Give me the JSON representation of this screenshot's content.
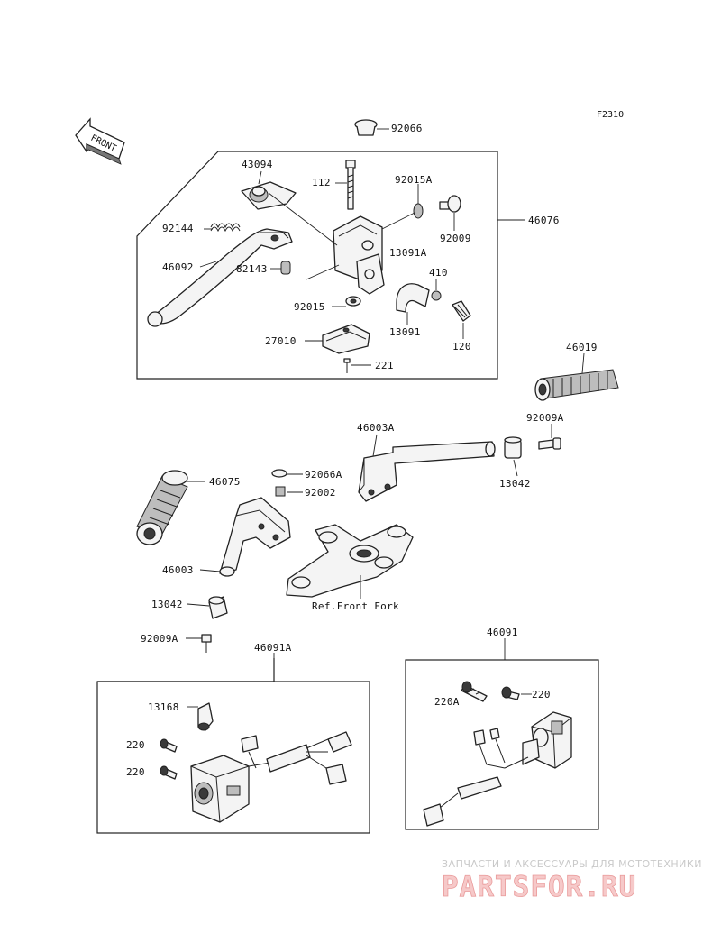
{
  "figure_code": "F2310",
  "front_arrow_label": "FRONT",
  "reference_note": "Ref.Front Fork",
  "watermark": {
    "tagline": "ЗАПЧАСТИ И АКСЕССУАРЫ ДЛЯ МОТОТЕХНИКИ",
    "brand": "PARTSFOR.RU"
  },
  "labels": {
    "p92066": "92066",
    "p43094": "43094",
    "p112": "112",
    "p92015A": "92015A",
    "p46076": "46076",
    "p92144": "92144",
    "p92009": "92009",
    "p13091A": "13091A",
    "p46092": "46092",
    "p82143": "82143",
    "p410": "410",
    "p92015": "92015",
    "p13091": "13091",
    "p27010": "27010",
    "p120": "120",
    "p221": "221",
    "p46019": "46019",
    "p92009A_r": "92009A",
    "p46003A": "46003A",
    "p13042_r": "13042",
    "p46075": "46075",
    "p92066A": "92066A",
    "p92002": "92002",
    "p46003": "46003",
    "p13042_l": "13042",
    "p92009A_l": "92009A",
    "p46091A": "46091A",
    "p46091": "46091",
    "p13168": "13168",
    "p220_a": "220",
    "p220_b": "220",
    "p220A": "220A",
    "p220_c": "220"
  }
}
